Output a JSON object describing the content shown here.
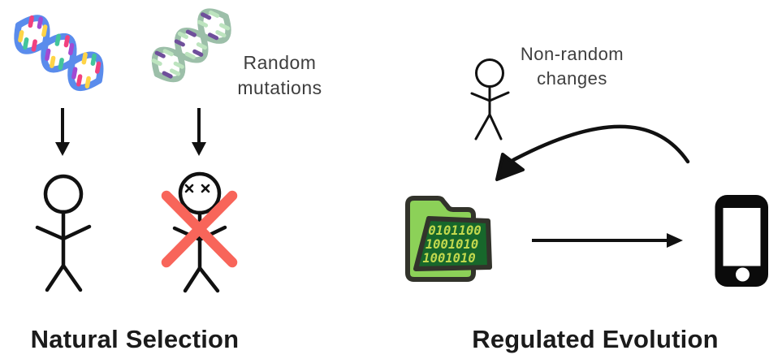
{
  "left_panel": {
    "title": "Natural Selection",
    "annotation": {
      "line1": "Random",
      "line2": "mutations"
    },
    "icons": [
      "dna-colorful-icon",
      "dna-muted-icon",
      "down-arrow-icon",
      "stick-figure-alive-icon",
      "stick-figure-dead-icon",
      "red-cross-icon"
    ]
  },
  "right_panel": {
    "title": "Regulated Evolution",
    "annotation": {
      "line1": "Non-random",
      "line2": "changes"
    },
    "folder": {
      "binary_lines": [
        "0101100",
        "1001010",
        "1001010"
      ]
    },
    "icons": [
      "stick-figure-icon",
      "curved-arrow-icon",
      "binary-folder-icon",
      "right-arrow-icon",
      "smartphone-icon"
    ]
  },
  "colors": {
    "background": "#ffffff",
    "ink": "#111111",
    "annotation_text": "#3e3e3e",
    "title_text": "#1b1b1b",
    "dna1_backbone": "#5a8cec",
    "dna1_bases": [
      "#f1417f",
      "#ffd447",
      "#a24ad2",
      "#43c59b"
    ],
    "dna2_backbone": "#9cbfa9",
    "dna2_bases": [
      "#bde4bf",
      "#6f4f9b"
    ],
    "red_cross": "#f8655a",
    "folder_light_green": "#8cd158",
    "folder_dark_green": "#17672b",
    "folder_outline": "#32332b",
    "binary_text": "#c3d94e"
  }
}
